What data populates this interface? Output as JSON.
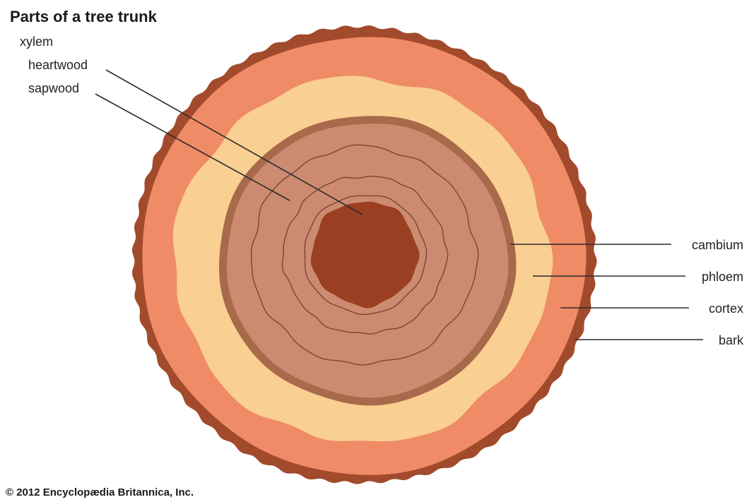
{
  "title": "Parts of a tree trunk",
  "labels": {
    "xylem": "xylem",
    "heartwood": "heartwood",
    "sapwood": "sapwood",
    "cambium": "cambium",
    "phloem": "phloem",
    "cortex": "cortex",
    "bark": "bark"
  },
  "credit": "© 2012 Encyclopædia Britannica, Inc.",
  "colors": {
    "bark": "#a24a2c",
    "cortex": "#ef8b66",
    "phloem": "#f9cf92",
    "cambium": "#a86a4a",
    "sapwood": "#cc8b70",
    "heartwood": "#9b3f22",
    "growth_ring": "#7b4535"
  }
}
